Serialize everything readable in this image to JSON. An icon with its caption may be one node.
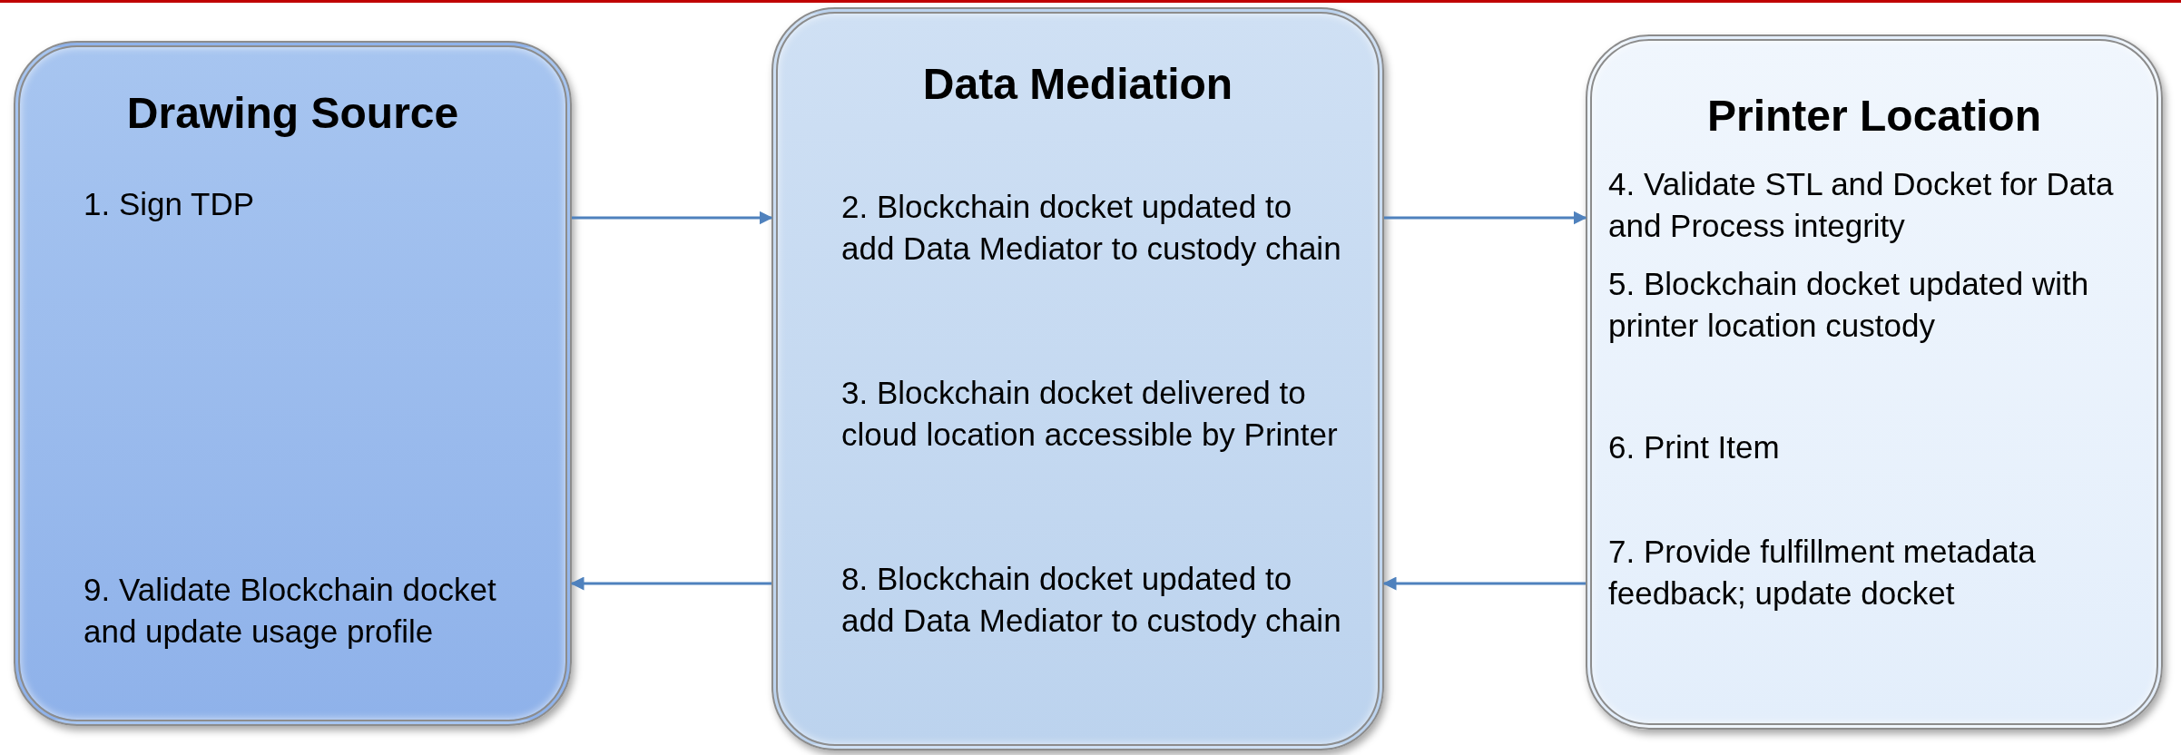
{
  "diagram": {
    "nodes": [
      {
        "text": [
          "Drawing Source",
          "1. Sign TDP",
          "9. Validate Blockchain docket and update usage profile"
        ]
      },
      {
        "text": [
          "Data Mediation",
          "2. Blockchain docket updated to add Data Mediator to custody chain",
          "3. Blockchain docket delivered to cloud location accessible by Printer",
          "8. Blockchain docket updated to add Data Mediator to custody chain"
        ]
      },
      {
        "text": [
          "Printer Location",
          "4. Validate STL and Docket for Data and Process integrity",
          "5. Blockchain docket updated with printer location custody",
          "6. Print Item",
          "7. Provide fulfillment metadata feedback; update docket"
        ]
      }
    ],
    "edges": [
      {
        "from": 0,
        "to": 1,
        "arrow": "to"
      },
      {
        "from": 1,
        "to": 2,
        "arrow": "to"
      },
      {
        "from": 2,
        "to": 1,
        "arrow": "to"
      },
      {
        "from": 1,
        "to": 0,
        "arrow": "to"
      }
    ]
  }
}
